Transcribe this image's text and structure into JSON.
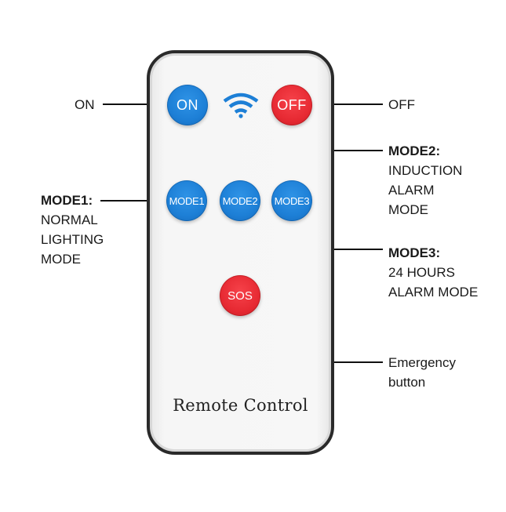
{
  "remote": {
    "label": "Remote Control",
    "buttons": {
      "on": "ON",
      "off": "OFF",
      "mode1": "MODE1",
      "mode2": "MODE2",
      "mode3": "MODE3",
      "sos": "SOS"
    },
    "icons": {
      "signal": "wifi-signal-icon"
    },
    "colors": {
      "blue_button": "#1d7fd6",
      "red_button": "#e72a33",
      "body_border": "#2a2a2a"
    }
  },
  "callouts": {
    "on": "ON",
    "off": "OFF",
    "mode1": {
      "title": "MODE1:",
      "lines": [
        "NORMAL",
        "LIGHTING",
        "MODE"
      ]
    },
    "mode2": {
      "title": "MODE2:",
      "lines": [
        "INDUCTION",
        "ALARM",
        "MODE"
      ]
    },
    "mode3": {
      "title": "MODE3:",
      "lines": [
        "24 HOURS",
        "ALARM MODE"
      ]
    },
    "sos": {
      "lines": [
        "Emergency",
        "button"
      ]
    }
  }
}
